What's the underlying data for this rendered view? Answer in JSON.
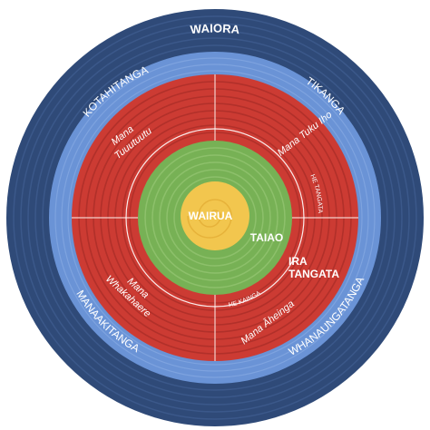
{
  "diagram": {
    "outer_ring": {
      "label": "WAIORA"
    },
    "second_ring": {
      "labels": {
        "top_left": "KOTAHITANGA",
        "top_right": "TIKANGA",
        "bottom_left": "MANAAKITANGA",
        "bottom_right": "WHANAUNGATANGA"
      }
    },
    "red_ring": {
      "quadrants": {
        "top_left": [
          "Mana",
          "Tuuutuutu"
        ],
        "top_right": [
          "Mana Tuku Iho"
        ],
        "bottom_left": [
          "Mana",
          "Whakahaere"
        ],
        "bottom_right": [
          "Mana Āheinga"
        ]
      },
      "inner_text": {
        "right": "HE TANGATA",
        "bottom": "HE KAINGA"
      }
    },
    "green_circle": {
      "label": "TAIAO"
    },
    "yellow_circle": {
      "label": "WAIRUA"
    },
    "ira_label": [
      "IRA",
      "TANGATA"
    ],
    "colors": {
      "outer_ring": "#2f4a78",
      "second_ring": "#6a93d6",
      "red_ring": "#cc3b33",
      "green": "#77b155",
      "yellow": "#f2c64e",
      "text": "#ffffff"
    }
  }
}
